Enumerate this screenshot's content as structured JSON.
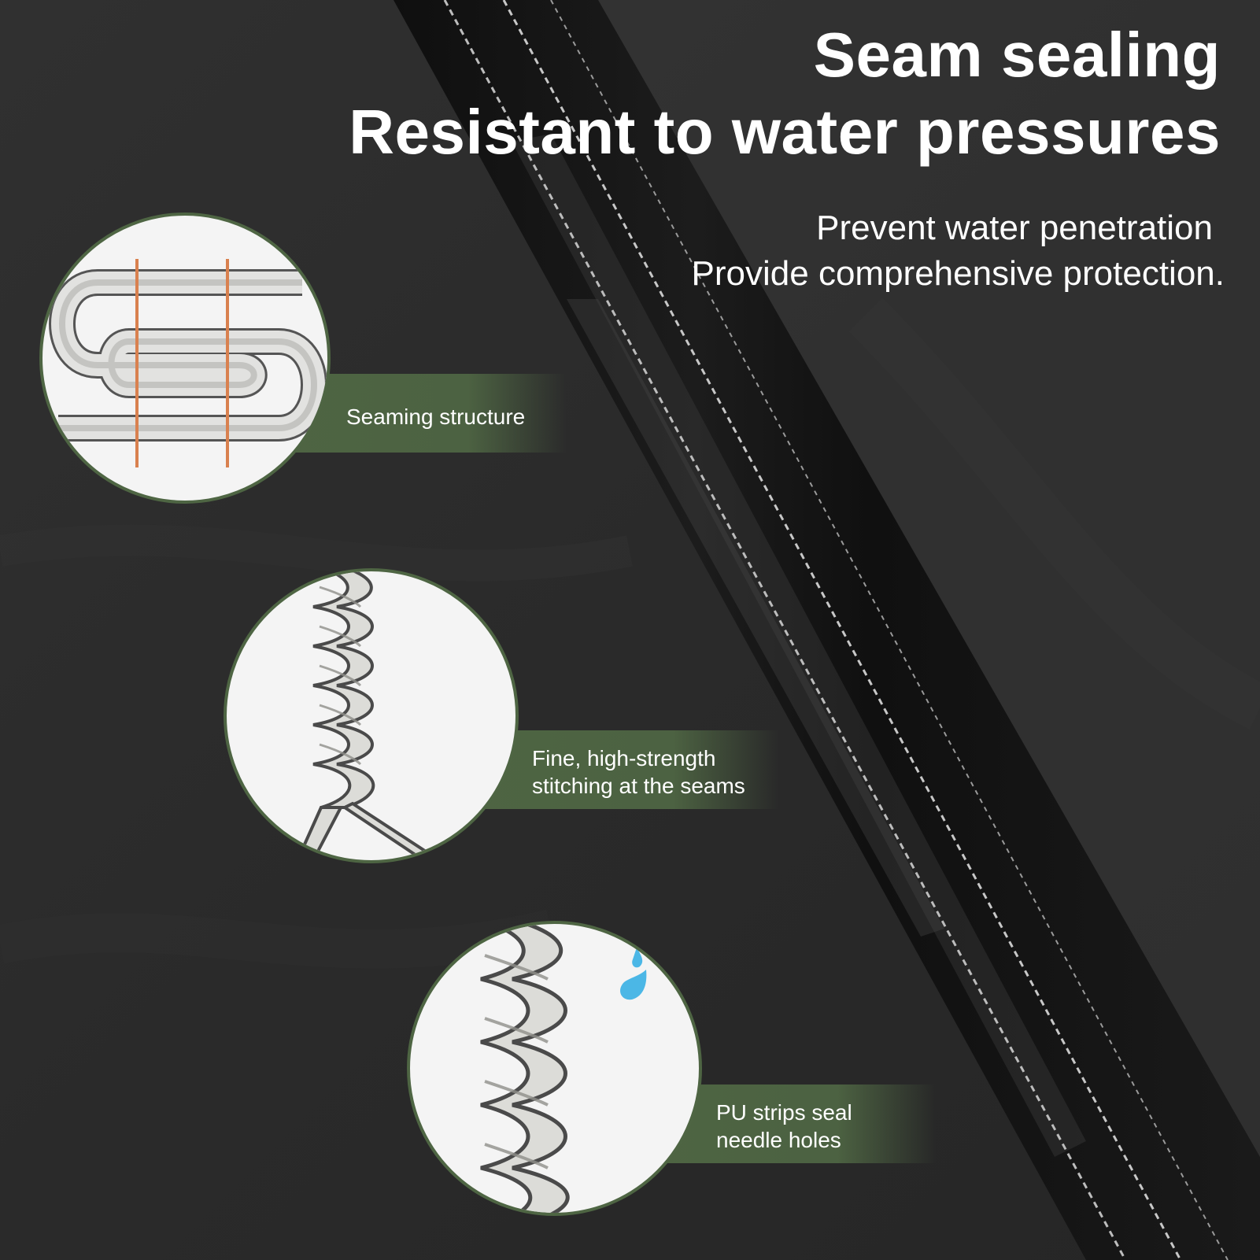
{
  "headline": {
    "line1": "Seam sealing",
    "line2": "Resistant to water pressures"
  },
  "subheadline": {
    "line1": "Prevent water penetration",
    "line2": "Provide comprehensive protection."
  },
  "features": [
    {
      "icon": "seaming-structure-icon",
      "line1": "Seaming structure",
      "line2": ""
    },
    {
      "icon": "twisted-thread-icon",
      "line1": "Fine, high-strength",
      "line2": "stitching at the seams"
    },
    {
      "icon": "sealed-thread-with-water-drops-icon",
      "line1": "PU strips seal",
      "line2": "needle holes"
    }
  ],
  "colors": {
    "background": "#2b2b2b",
    "band_green": "#4e6543",
    "stitch_orange": "#d9814f",
    "water_blue": "#4bb7e6"
  }
}
